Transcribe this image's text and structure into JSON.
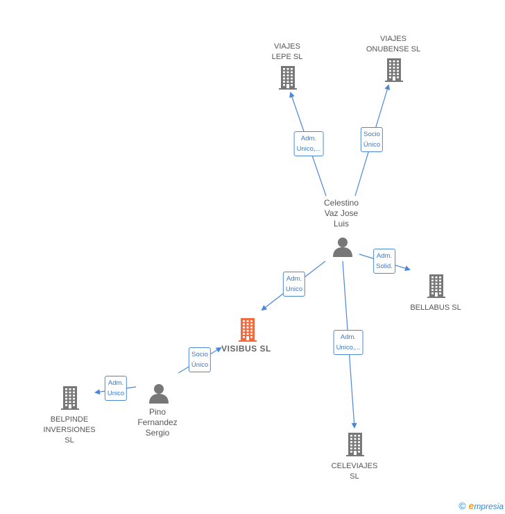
{
  "nodes": {
    "visibus": {
      "label": "VISIBUS  SL",
      "kind": "company-main"
    },
    "viajes_lepe": {
      "label_lines": [
        "VIAJES",
        "LEPE SL"
      ],
      "kind": "company"
    },
    "viajes_onubense": {
      "label_lines": [
        "VIAJES",
        "ONUBENSE SL"
      ],
      "kind": "company"
    },
    "bellabus": {
      "label_lines": [
        "BELLABUS SL"
      ],
      "kind": "company"
    },
    "celeviajes": {
      "label_lines": [
        "CELEVIAJES",
        "SL"
      ],
      "kind": "company"
    },
    "belpinde": {
      "label_lines": [
        "BELPINDE",
        "INVERSIONES",
        "SL"
      ],
      "kind": "company"
    },
    "celestino": {
      "label_lines": [
        "Celestino",
        "Vaz Jose",
        "Luis"
      ],
      "kind": "person"
    },
    "pino": {
      "label_lines": [
        "Pino",
        "Fernandez",
        "Sergio"
      ],
      "kind": "person"
    }
  },
  "edges": [
    {
      "from": "celestino",
      "to": "viajes_lepe",
      "label_lines": [
        "Adm.",
        "Unico,..."
      ]
    },
    {
      "from": "celestino",
      "to": "viajes_onubense",
      "label_lines": [
        "Socio",
        "Único"
      ]
    },
    {
      "from": "celestino",
      "to": "bellabus",
      "label_lines": [
        "Adm.",
        "Solid."
      ]
    },
    {
      "from": "celestino",
      "to": "visibus",
      "label_lines": [
        "Adm.",
        "Unico"
      ]
    },
    {
      "from": "celestino",
      "to": "celeviajes",
      "label_lines": [
        "Adm.",
        "Unico,..."
      ]
    },
    {
      "from": "pino",
      "to": "visibus",
      "label_lines": [
        "Socio",
        "Único"
      ]
    },
    {
      "from": "pino",
      "to": "belpinde",
      "label_lines": [
        "Adm.",
        "Unico"
      ]
    }
  ],
  "colors": {
    "edge": "#4a88d6",
    "company_icon": "#777777",
    "main_company_icon": "#f26a3d",
    "person_icon": "#777777"
  },
  "footer": {
    "copyright_symbol": "©",
    "brand_initial": "e",
    "brand_rest": "mpresia"
  }
}
